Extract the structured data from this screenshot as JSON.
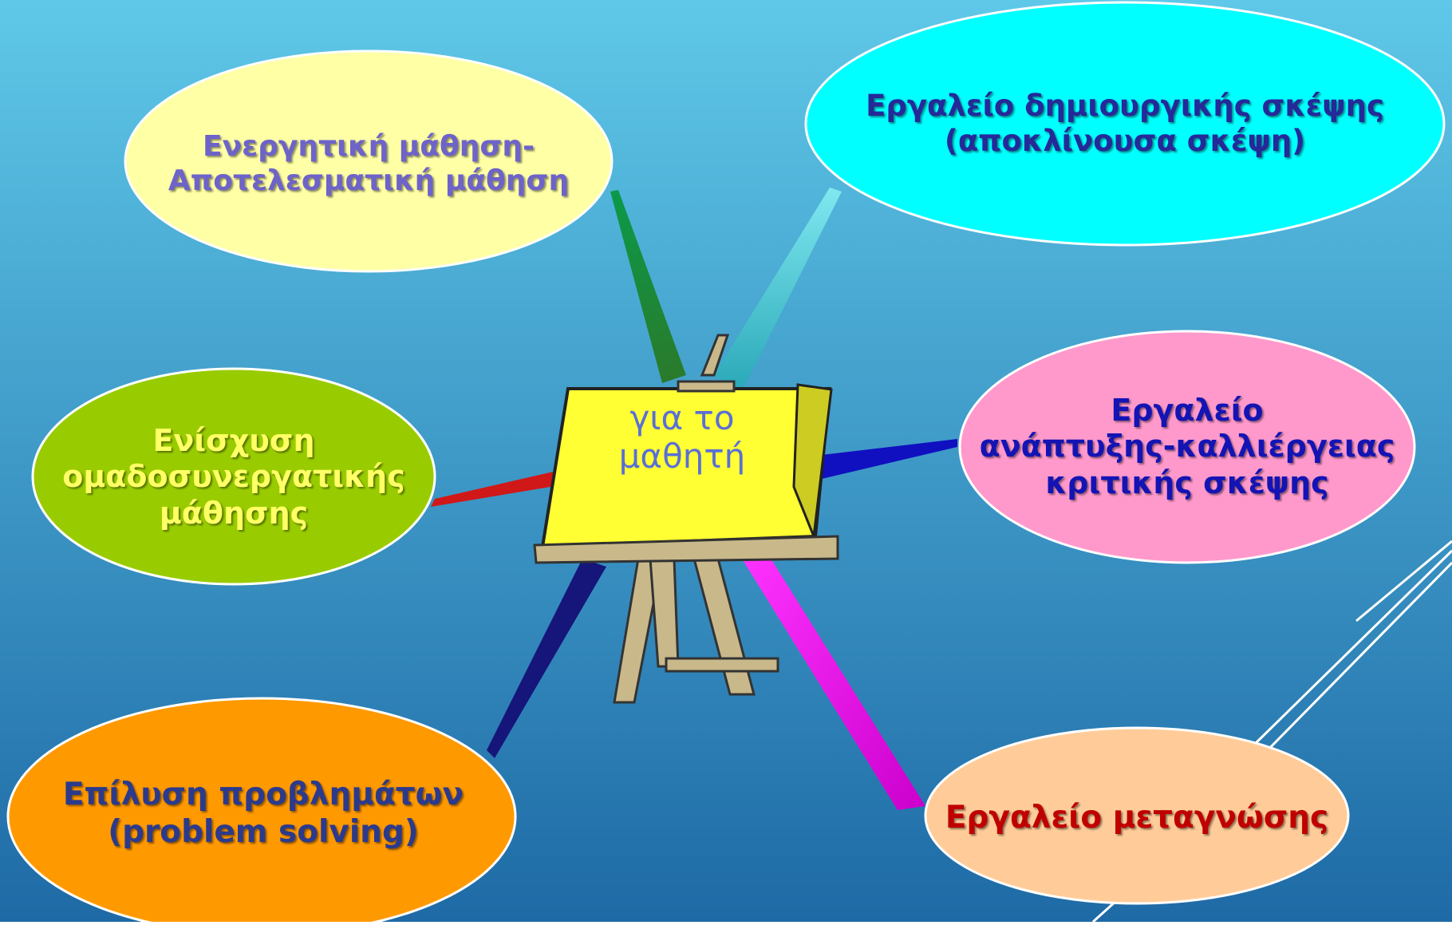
{
  "center": {
    "line1": "για το",
    "line2": "μαθητή"
  },
  "bubbles": [
    {
      "id": "active-learning",
      "fill": "#ffffa6",
      "color": "#6d63c9",
      "lines": [
        "Ενεργητική μάθηση-",
        "Αποτελεσματική μάθηση"
      ]
    },
    {
      "id": "creative-thinking",
      "fill": "#00ffff",
      "color": "#25299a",
      "lines": [
        "Εργαλείο δημιουργικής σκέψης",
        "(αποκλίνουσα σκέψη)"
      ]
    },
    {
      "id": "critical-thinking",
      "fill": "#ff99cc",
      "color": "#1414b4",
      "lines": [
        "Εργαλείο",
        "ανάπτυξης-καλλιέργειας",
        "κριτικής σκέψης"
      ]
    },
    {
      "id": "group-learning",
      "fill": "#99cc00",
      "color": "#ffff66",
      "lines": [
        "Ενίσχυση",
        "ομαδοσυνεργατικής",
        "μάθησης"
      ]
    },
    {
      "id": "problem-solving",
      "fill": "#ff9900",
      "color": "#2b3a8c",
      "lines": [
        "Επίλυση προβλημάτων",
        "(problem solving)"
      ]
    },
    {
      "id": "metacognition",
      "fill": "#ffcc99",
      "color": "#c00000",
      "lines": [
        "Εργαλείο μεταγνώσης"
      ]
    }
  ],
  "colors": {
    "background_top": "#5fc8e8",
    "background_bottom": "#1e6ea8",
    "easel_board": "#ffff33",
    "easel_wood": "#c9b88a"
  },
  "icons": {
    "center": "easel-icon"
  }
}
